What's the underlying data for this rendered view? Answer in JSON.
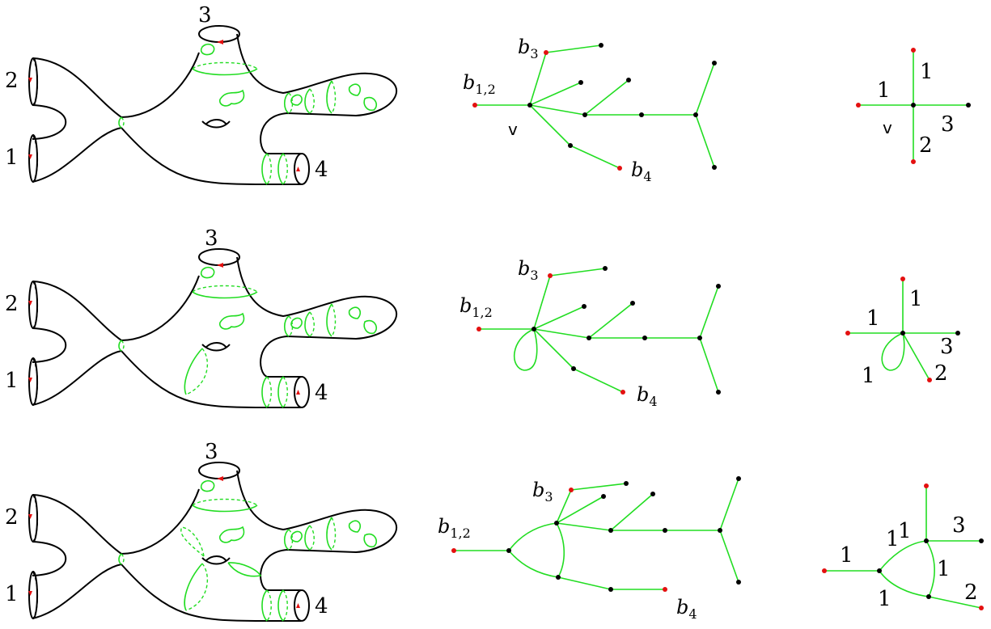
{
  "rows": [
    {
      "surface": {
        "boundary_labels": [
          "3",
          "2",
          "1",
          "4"
        ]
      },
      "tree": {
        "labels": {
          "b3": "b",
          "b3_sub": "3",
          "b12": "b",
          "b12_sub": "1,2",
          "b4": "b",
          "b4_sub": "4",
          "v": "v"
        }
      },
      "star": {
        "labels": [
          "1",
          "1",
          "v",
          "3",
          "2"
        ]
      }
    },
    {
      "surface": {
        "boundary_labels": [
          "3",
          "2",
          "1",
          "4"
        ]
      },
      "tree": {
        "labels": {
          "b3": "b",
          "b3_sub": "3",
          "b12": "b",
          "b12_sub": "1,2",
          "b4": "b",
          "b4_sub": "4"
        }
      },
      "star": {
        "labels": [
          "1",
          "1",
          "3",
          "2",
          "1"
        ]
      }
    },
    {
      "surface": {
        "boundary_labels": [
          "3",
          "2",
          "1",
          "4"
        ]
      },
      "tree": {
        "labels": {
          "b3": "b",
          "b3_sub": "3",
          "b12": "b",
          "b12_sub": "1,2",
          "b4": "b",
          "b4_sub": "4"
        }
      },
      "star": {
        "labels": [
          "1",
          "3",
          "1",
          "1",
          "1",
          "1",
          "2"
        ]
      }
    }
  ]
}
